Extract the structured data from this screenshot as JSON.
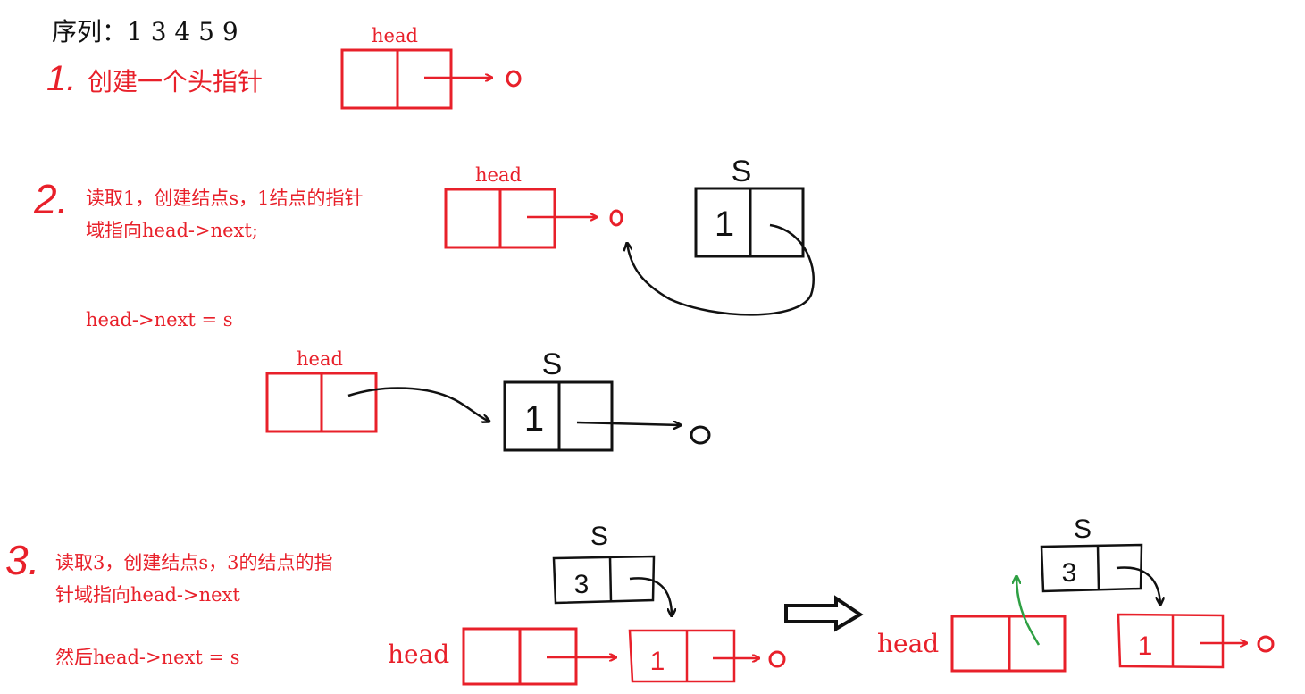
{
  "sequence_label": "序列：1 3 4 5 9",
  "colors": {
    "red": "#e8202a",
    "black": "#111111",
    "green": "#2ea043"
  },
  "step1": {
    "number": "1.",
    "text": "创建一个头指针",
    "head_label": "head",
    "null_mark": "O"
  },
  "step2": {
    "number": "2.",
    "text_line1": "读取1，创建结点s，1结点的指针",
    "text_line2": "域指向head->next;",
    "code": "head->next = s",
    "head_label_a": "head",
    "node_s_label_a": "S",
    "node_value_a": "1",
    "null_mark_a": "O",
    "head_label_b": "head",
    "node_s_label_b": "S",
    "node_value_b": "1",
    "null_mark_b": "O"
  },
  "step3": {
    "number": "3.",
    "text_line1": "读取3，创建结点s，3的结点的指",
    "text_line2": "针域指向head->next",
    "text_line3": "然后head->next = s",
    "left": {
      "s_label": "S",
      "new_value": "3",
      "head_label": "head",
      "old_value": "1",
      "null_mark": "O"
    },
    "right": {
      "s_label": "S",
      "new_value": "3",
      "head_label": "head",
      "old_value": "1",
      "null_mark": "O"
    }
  }
}
